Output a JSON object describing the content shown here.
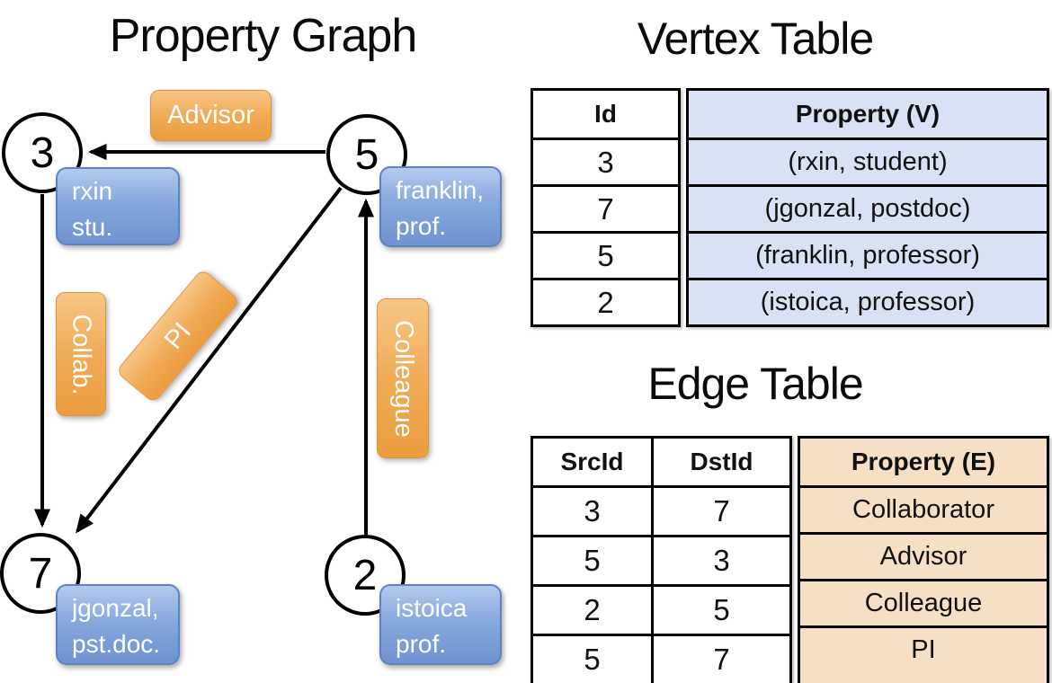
{
  "graph": {
    "title": "Property Graph",
    "vertices": [
      {
        "id": "3",
        "line1": "rxin",
        "line2": "stu."
      },
      {
        "id": "5",
        "line1": "franklin,",
        "line2": "prof."
      },
      {
        "id": "7",
        "line1": "jgonzal,",
        "line2": "pst.doc."
      },
      {
        "id": "2",
        "line1": "istoica",
        "line2": "prof."
      }
    ],
    "edge_labels": {
      "advisor": "Advisor",
      "collab": "Collab.",
      "pi": "PI",
      "colleague": "Colleague"
    }
  },
  "vertex_table": {
    "title": "Vertex Table",
    "columns": {
      "id": "Id",
      "property": "Property (V)"
    },
    "rows": [
      {
        "id": "3",
        "property": "(rxin, student)"
      },
      {
        "id": "7",
        "property": "(jgonzal, postdoc)"
      },
      {
        "id": "5",
        "property": "(franklin, professor)"
      },
      {
        "id": "2",
        "property": "(istoica, professor)"
      }
    ]
  },
  "edge_table": {
    "title": "Edge Table",
    "columns": {
      "src": "SrcId",
      "dst": "DstId",
      "property": "Property (E)"
    },
    "rows": [
      {
        "src": "3",
        "dst": "7",
        "property": "Collaborator"
      },
      {
        "src": "5",
        "dst": "3",
        "property": "Advisor"
      },
      {
        "src": "2",
        "dst": "5",
        "property": "Colleague"
      },
      {
        "src": "5",
        "dst": "7",
        "property": "PI"
      }
    ]
  },
  "colors": {
    "edge_label_orange_top": "#F7C787",
    "edge_label_orange_bottom": "#EC9D3E",
    "vertex_label_blue_top": "#B3CAEE",
    "vertex_label_blue_bottom": "#6E93D1",
    "vertex_property_cell_bg": "#D8E2F4",
    "edge_property_cell_bg": "#F5DFC5",
    "line_color": "#000000"
  }
}
